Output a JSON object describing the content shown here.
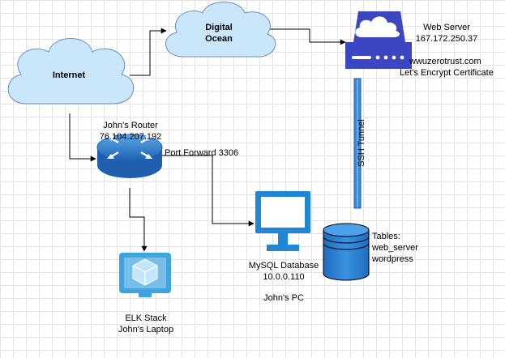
{
  "nodes": {
    "internet": {
      "label": "Internet"
    },
    "digital_ocean": {
      "line1": "Digital",
      "line2": "Ocean"
    },
    "web_server": {
      "line1": "Web Server",
      "line2": "167.172.250.37",
      "line3": "wwuzerotrust.com",
      "line4": "Let's Encrypt Certificate"
    },
    "router": {
      "line1": "John's Router",
      "line2": "76.104.207.192",
      "port_forward": "Port Forward 3306"
    },
    "ssh_tunnel": {
      "label": "SSH Tunnel"
    },
    "mysql_pc": {
      "line1": "MySQL Database",
      "line2": "10.0.0.110",
      "line3": "John's PC"
    },
    "tables": {
      "line1": "Tables:",
      "line2": "web_server",
      "line3": "wordpress"
    },
    "laptop": {
      "line1": "ELK Stack",
      "line2": "John's Laptop"
    }
  },
  "colors": {
    "cloud_fill": "#c9e6fb",
    "cloud_stroke": "#6c8ebf",
    "server_blue": "#3d46c2",
    "router_blue": "#2979c8",
    "monitor_blue": "#1f87d6",
    "tunnel_blue": "#3b8ad8",
    "db_blue": "#2a7cd3",
    "laptop_blue": "#3da4e0",
    "line": "#000000"
  }
}
